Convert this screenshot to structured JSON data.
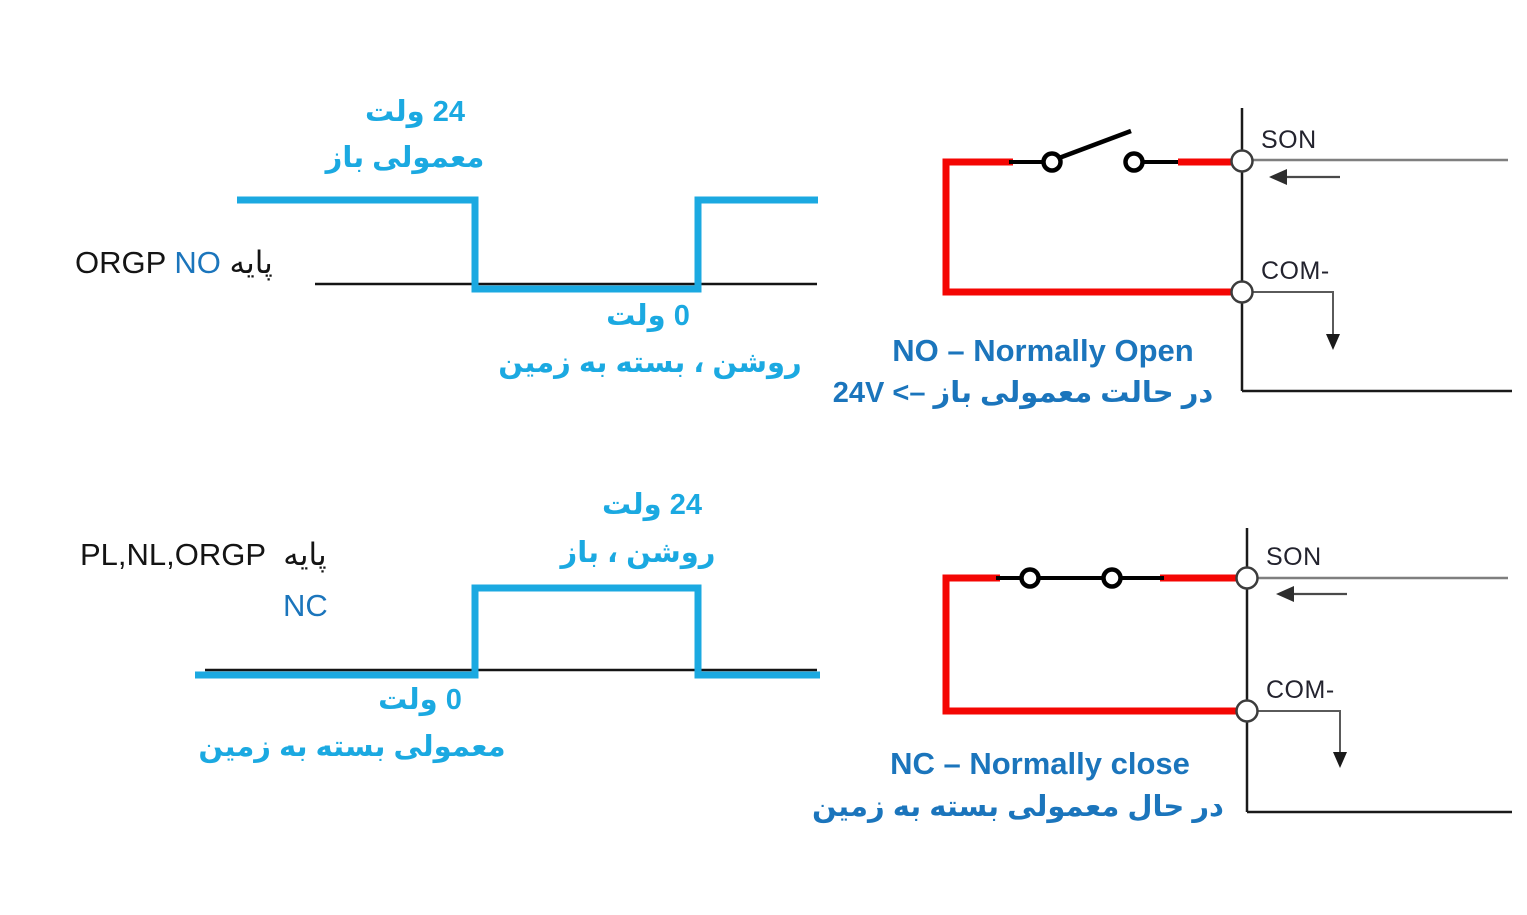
{
  "colors": {
    "waveform_cyan": "#1BA9E1",
    "caption_blue": "#1B75BC",
    "wire_red": "#F40603",
    "line_gray": "#7F7F7F",
    "line_black": "#141414"
  },
  "no_section": {
    "waveform": {
      "high_label": "24 ولت",
      "high_sublabel": "معمولی باز",
      "pin_word": "پایه",
      "pin_names": "ORGP",
      "pin_mode": "NO",
      "low_label": "0 ولت",
      "low_sublabel": "روشن ، بسته به زمین"
    },
    "circuit": {
      "switch_state": "open",
      "terminal_top": "SON",
      "terminal_bottom": "COM-"
    },
    "caption_en": "NO – Normally Open",
    "caption_fa": "در حالت معمولی باز –> 24V"
  },
  "nc_section": {
    "waveform": {
      "high_label": "24 ولت",
      "high_sublabel": "روشن ، باز",
      "pin_word": "پایه",
      "pin_names": "PL,NL,ORGP",
      "pin_mode": "NC",
      "low_label": "0 ولت",
      "low_sublabel": "معمولی بسته به زمین"
    },
    "circuit": {
      "switch_state": "closed",
      "terminal_top": "SON",
      "terminal_bottom": "COM-"
    },
    "caption_en": "NC – Normally close",
    "caption_fa": "در حال معمولی بسته به زمین"
  }
}
